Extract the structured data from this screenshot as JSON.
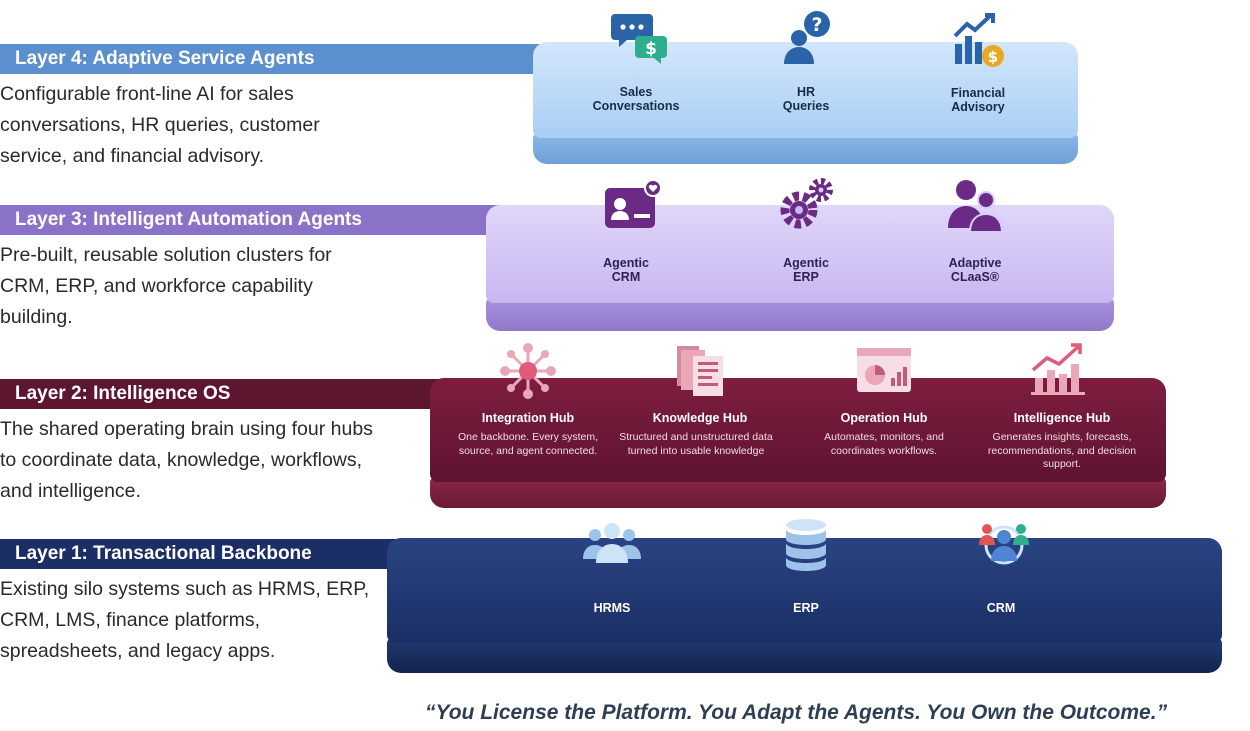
{
  "layers": [
    {
      "heading": "Layer 4: Adaptive Service Agents",
      "description": "Configurable front-line AI for sales conversations, HR queries, customer service, and financial advisory.",
      "accent": "#5b8fcd",
      "items": [
        {
          "line1": "Sales",
          "line2": "Conversations",
          "icon": "chat-dollar-icon"
        },
        {
          "line1": "HR",
          "line2": "Queries",
          "icon": "person-question-icon"
        },
        {
          "line1": "Financial",
          "line2": "Advisory",
          "icon": "chart-coin-icon"
        }
      ]
    },
    {
      "heading": "Layer 3: Intelligent Automation Agents",
      "description": "Pre-built, reusable solution clusters for CRM, ERP, and workforce capability building.",
      "accent": "#8b72c9",
      "items": [
        {
          "line1": "Agentic",
          "line2": "CRM",
          "icon": "id-card-icon"
        },
        {
          "line1": "Agentic",
          "line2": "ERP",
          "icon": "gears-icon"
        },
        {
          "line1": "Adaptive",
          "line2": "CLaaS®",
          "icon": "people-icon"
        }
      ]
    },
    {
      "heading": "Layer 2: Intelligence OS",
      "description": "The shared operating brain using four hubs to coordinate data, knowledge, workflows, and intelligence.",
      "accent": "#5e1530",
      "items": [
        {
          "title": "Integration Hub",
          "detail": "One backbone. Every system, source, and agent connected.",
          "icon": "network-icon"
        },
        {
          "title": "Knowledge Hub",
          "detail": "Structured and unstructured data turned into usable knowledge",
          "icon": "documents-icon"
        },
        {
          "title": "Operation Hub",
          "detail": "Automates, monitors, and coordinates workflows.",
          "icon": "dashboard-icon"
        },
        {
          "title": "Intelligence Hub",
          "detail": "Generates insights, forecasts, recommendations, and decision support.",
          "icon": "growth-chart-icon"
        }
      ]
    },
    {
      "heading": "Layer 1: Transactional Backbone",
      "description": "Existing silo systems such as HRMS, ERP, CRM, LMS, finance platforms, spreadsheets, and legacy apps.",
      "accent": "#1b2f66",
      "items": [
        {
          "label": "HRMS",
          "icon": "group-icon"
        },
        {
          "label": "ERP",
          "icon": "database-icon"
        },
        {
          "label": "CRM",
          "icon": "customers-icon"
        }
      ]
    }
  ],
  "tagline": "“You License the Platform. You Adapt the Agents. You Own the Outcome.”"
}
